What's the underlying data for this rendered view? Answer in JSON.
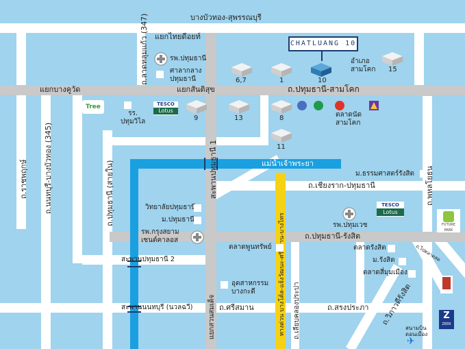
{
  "title_box": "CHATLUANG 10",
  "roads": {
    "top": "บางบัวทอง-สุพรรณบุรี",
    "junction_thai": "แยกไทยดีอยท์",
    "lat_lum": "ถ.ลาดหลุมแก้ว (347)",
    "bang_kuwat": "แยกบางคูวัด",
    "santisuk": "แยกสันติสุข",
    "pathum_samkhok": "ถ.ปทุมธานี-สามโคก",
    "ratchaphruek": "ถ.ราชพฤกษ์",
    "nonthaburi_bangbuathong": "ถ.นนทบุรี-บางบัวทอง (345)",
    "pathum_saiin": "ถ.ปทุมธานี (สายใน)",
    "bridge_pathum1": "สะพานปทุมธานี 1",
    "river": "แม่น้ำเจ้าพระยา",
    "chiangrak": "ถ.เชียงราก-ปทุมธานี",
    "pathum_rangsit": "ถ.ปทุมธานี-รังสิต",
    "bridge_pathum2": "สะพานปทุมธานี 2",
    "bridge_nonthaburi": "สะพานนนทบุรี (นวลฉวี)",
    "sriman": "ถ.ศรีสมาน",
    "songprapa": "ถ.สรงประภา",
    "expressway": "ทางด่วน บางโค้ล-แจ้งวัฒนะ-ศรีสมาน-บางไทร",
    "liab_khlong": "ถ.เลียบคลองประปา",
    "wiphawadi": "ถ.วิภาวดีรังสิต",
    "phaholyothin": "ถ.พหลโยธิน",
    "kaew_suankhlong": "แยกสวนสมเด็จ",
    "to_talad": "ถ.ไปตลาดสด",
    "pathum1_vertical": "สะพานปทุมธานี 1"
  },
  "places": {
    "hosp_pathum": "รพ.ปทุมธานี",
    "sala_klang": "ศาลากลาง\nปทุมธานี",
    "amphoe_samkhok": "อำเภอ\nสามโคก",
    "school_pathumwilai": "รร.\nปทุมวิไล",
    "talad_samkhok": "ตลาดนัด\nสามโคก",
    "ratchamongkol": "ม.ธรรมศาสตร์รังสิต",
    "college_pathum": "วิทยาลัยปทุมธานี",
    "univ_pathum": "ม.ปทุมธานี",
    "hosp_krungsiam": "รพ.กรุงสยาม\nเซนต์คาลอส",
    "hosp_pathumwet": "รพ.ปทุมเวช",
    "talad_phunsap": "ตลาดพูนทรัพย์",
    "talad_rangsit": "ตลาดรังสิต",
    "m_rangsit": "ม.รังสิต",
    "talad_simuang": "ตลาดสี่มุมเมือง",
    "industrial": "อุตสาหกรรม\nบางกะดี",
    "airport": "สนามบิน\nดอนเมือง"
  },
  "buildings": {
    "b67": "6,7",
    "b1": "1",
    "b10": "10",
    "b15": "15",
    "b9": "9",
    "b13": "13",
    "b8": "8",
    "b11": "11"
  },
  "logos": {
    "tesco1_top": "TESCO",
    "tesco1_bot": "Lotus",
    "tesco2_top": "TESCO",
    "tesco2_bot": "Lotus",
    "tree": "Tree",
    "future_park": "FUTURE PARK",
    "zeer": "ZEER"
  },
  "colors": {
    "water": "#9fd3ee",
    "river": "#1aa0e0",
    "expressway": "#f5d215",
    "road_main": "#c9c9c9",
    "road_minor": "#ffffff",
    "title_border": "#1b3a6b"
  }
}
